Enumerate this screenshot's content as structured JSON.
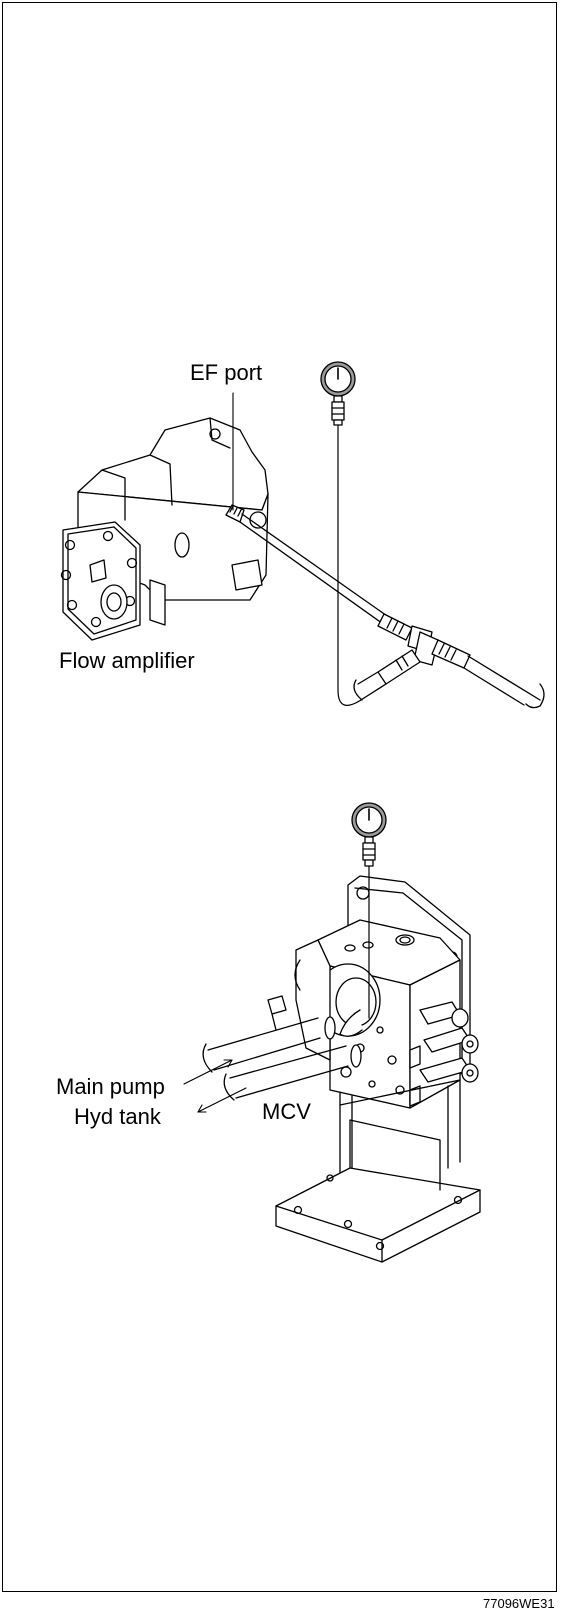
{
  "labels": {
    "ef_port": "EF port",
    "flow_amplifier": "Flow amplifier",
    "main_pump": "Main pump",
    "hyd_tank": "Hyd tank",
    "mcv": "MCV"
  },
  "figure_code": "77096WE31",
  "colors": {
    "line": "#000000",
    "background": "#ffffff",
    "gauge_fill": "#9a9a9a"
  }
}
